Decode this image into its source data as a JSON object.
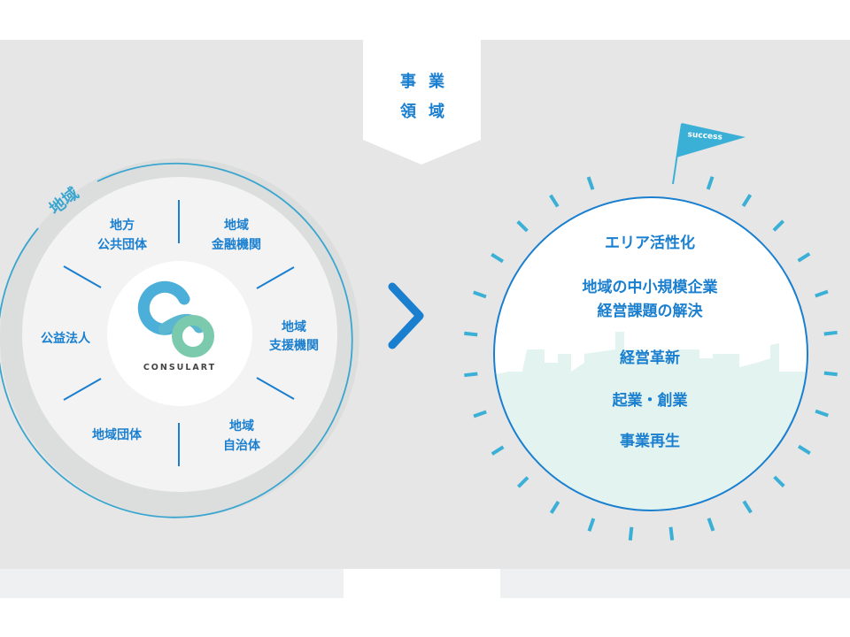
{
  "header": {
    "line1": "事業",
    "line2": "領域"
  },
  "left": {
    "ring_label": "地域",
    "logo_text": "CONSULART",
    "items": [
      {
        "line1": "地方",
        "line2": "公共団体"
      },
      {
        "line1": "地域",
        "line2": "金融機関"
      },
      {
        "line1": "地域",
        "line2": "支援機関"
      },
      {
        "line1": "地域",
        "line2": "自治体"
      },
      {
        "line1": "地域団体"
      },
      {
        "line1": "公益法人"
      }
    ]
  },
  "right": {
    "flag_label": "success",
    "items": [
      "エリア活性化",
      "地域の中小規模企業",
      "経営課題の解決",
      "経営革新",
      "起業・創業",
      "事業再生"
    ]
  },
  "colors": {
    "blue": "#1a7fcf",
    "tick": "#3bb0d6",
    "gray": "#e6e6e6"
  }
}
